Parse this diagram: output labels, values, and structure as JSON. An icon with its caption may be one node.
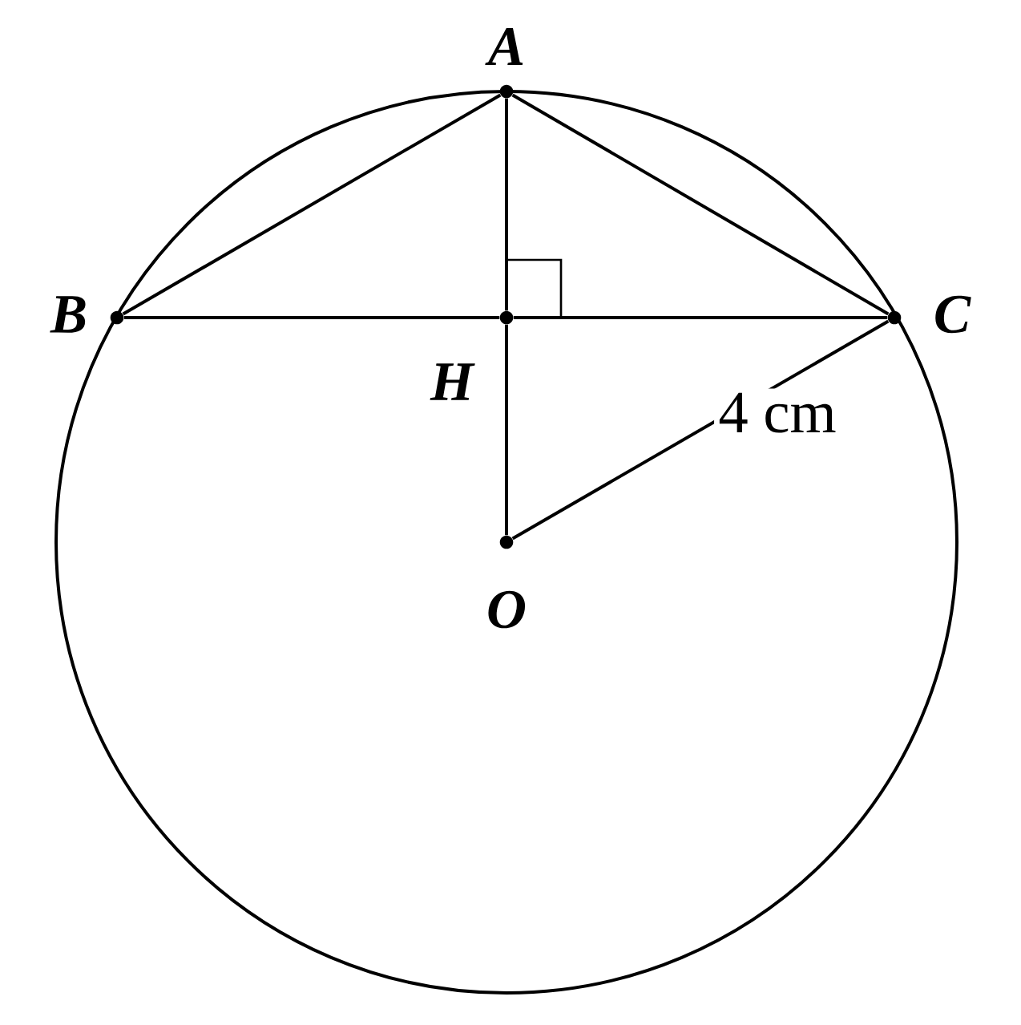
{
  "diagram": {
    "nodes": [
      {
        "text": [
          "A"
        ]
      },
      {
        "text": [
          "B"
        ]
      },
      {
        "text": [
          "C"
        ]
      },
      {
        "text": [
          "H"
        ]
      },
      {
        "text": [
          "O"
        ]
      }
    ],
    "edges": [
      {
        "from": 0,
        "to": 1,
        "arrow": "none"
      },
      {
        "from": 0,
        "to": 2,
        "arrow": "none"
      },
      {
        "from": 1,
        "to": 3,
        "arrow": "none"
      },
      {
        "from": 3,
        "to": 2,
        "arrow": "none"
      },
      {
        "from": 0,
        "to": 3,
        "arrow": "none"
      },
      {
        "from": 3,
        "to": 4,
        "arrow": "none"
      },
      {
        "from": 4,
        "to": 2,
        "arrow": "none",
        "label": "4 cm"
      }
    ]
  }
}
